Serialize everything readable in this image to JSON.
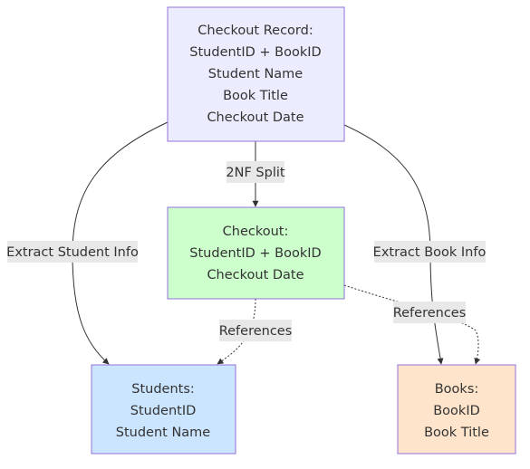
{
  "nodes": {
    "checkout_record": {
      "lines": [
        "Checkout Record:",
        "StudentID + BookID",
        "Student Name",
        "Book Title",
        "Checkout Date"
      ],
      "fill": "#ececff",
      "stroke": "#9370db"
    },
    "checkout": {
      "lines": [
        "Checkout:",
        "StudentID + BookID",
        "Checkout Date"
      ],
      "fill": "#ccffcc",
      "stroke": "#9370db"
    },
    "students": {
      "lines": [
        "Students:",
        "StudentID",
        "Student Name"
      ],
      "fill": "#cce5ff",
      "stroke": "#9370db"
    },
    "books": {
      "lines": [
        "Books:",
        "BookID",
        "Book Title"
      ],
      "fill": "#ffe4cc",
      "stroke": "#9370db"
    }
  },
  "edges": {
    "split": {
      "label": "2NF Split",
      "style": "solid"
    },
    "extract_student": {
      "label": "Extract Student Info",
      "style": "solid"
    },
    "extract_book": {
      "label": "Extract Book Info",
      "style": "solid"
    },
    "ref_students": {
      "label": "References",
      "style": "dashed"
    },
    "ref_books": {
      "label": "References",
      "style": "dashed"
    }
  },
  "colors": {
    "edge": "#333333",
    "label_background": "#e8e8e8",
    "text": "#333333"
  }
}
